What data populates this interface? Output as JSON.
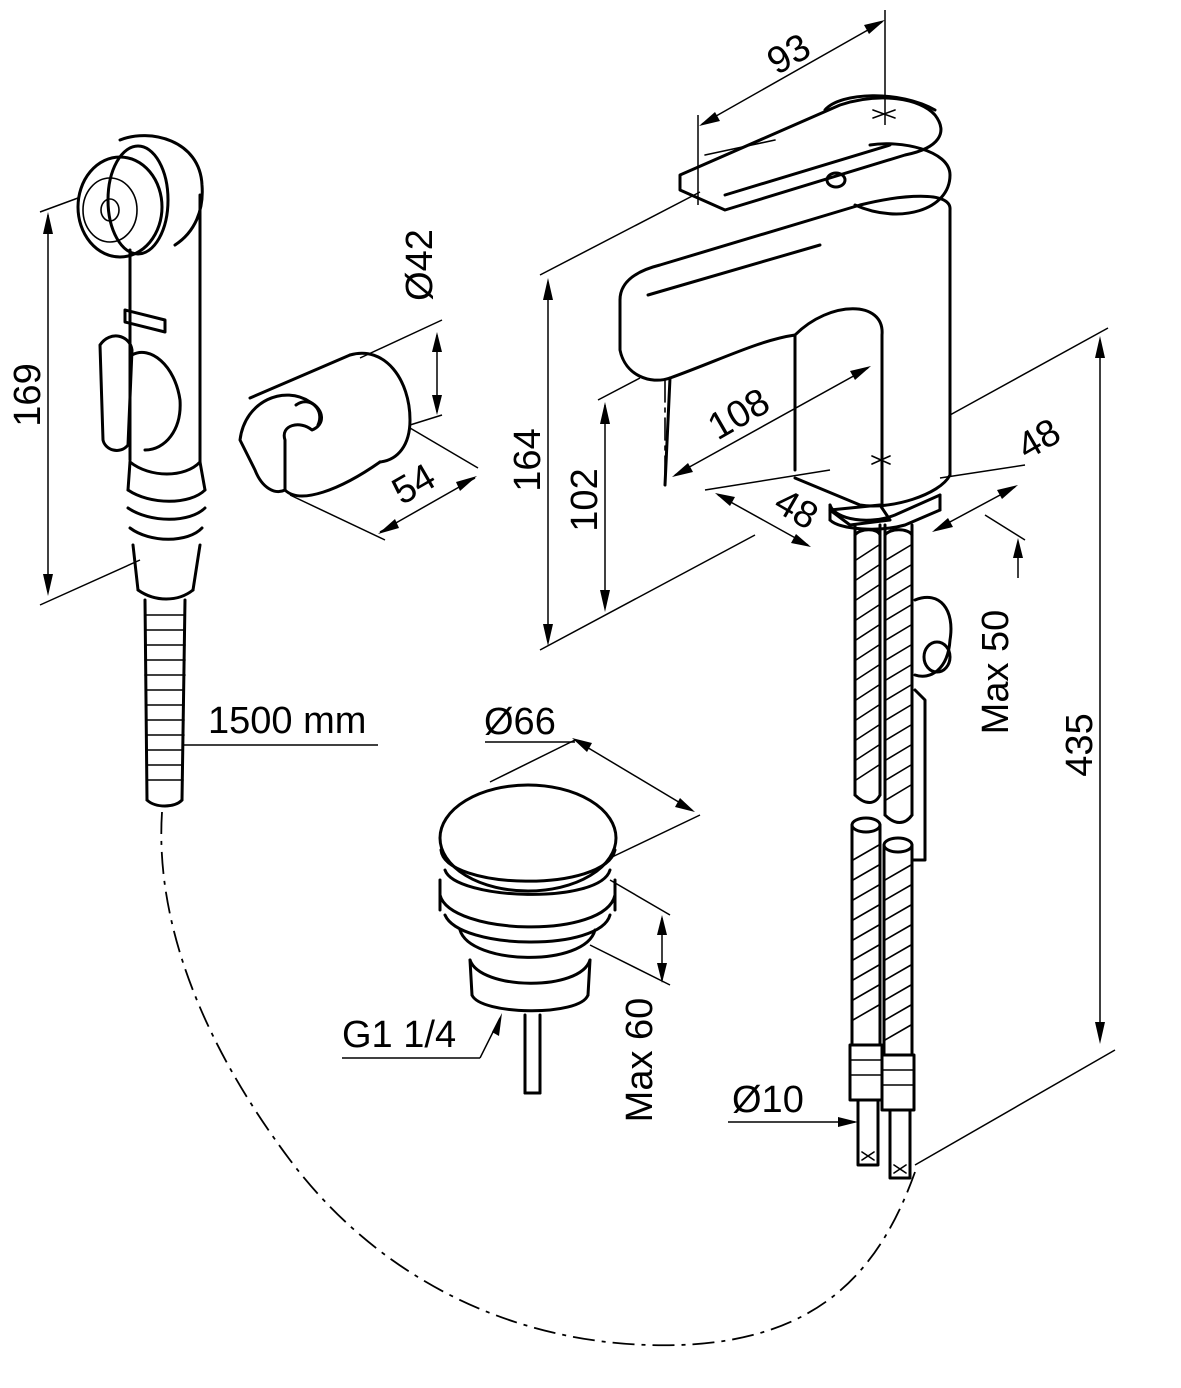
{
  "drawing": {
    "dimensions": {
      "hand_shower_height": "169",
      "holder_diameter": "Ø42",
      "holder_depth": "54",
      "hose_length": "1500 mm",
      "lever_length": "93",
      "tap_height": "164",
      "spout_height": "102",
      "spout_reach": "108",
      "base_width_left": "48",
      "base_width_right": "48",
      "max_deck_thickness": "Max 50",
      "supply_hose_length": "435",
      "waste_diameter": "Ø66",
      "waste_thread": "G1 1/4",
      "waste_max_thickness": "Max 60",
      "supply_hose_diameter": "Ø10"
    },
    "colors": {
      "line": "#000000",
      "background": "#ffffff"
    }
  }
}
